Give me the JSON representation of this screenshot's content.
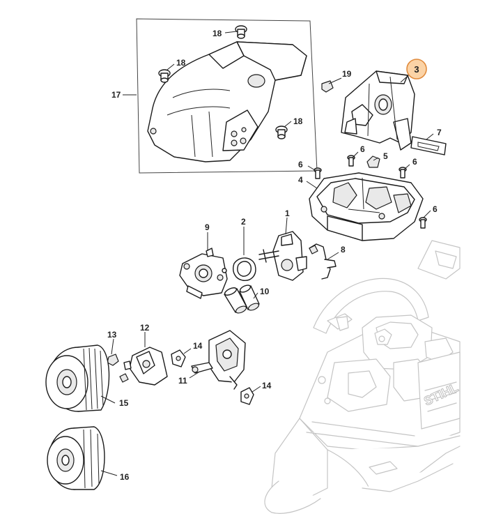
{
  "diagram": {
    "highlight": {
      "label": "3",
      "fill": "#fbd3a6",
      "stroke": "#e08a3c"
    },
    "callouts": {
      "c1": "1",
      "c2": "2",
      "c4": "4",
      "c5": "5",
      "c6": "6",
      "c7": "7",
      "c8": "8",
      "c9": "9",
      "c10": "10",
      "c11": "11",
      "c12": "12",
      "c13": "13",
      "c14": "14",
      "c15": "15",
      "c16": "16",
      "c17": "17",
      "c18": "18",
      "c19": "19"
    },
    "brand_text": "STIHL"
  }
}
